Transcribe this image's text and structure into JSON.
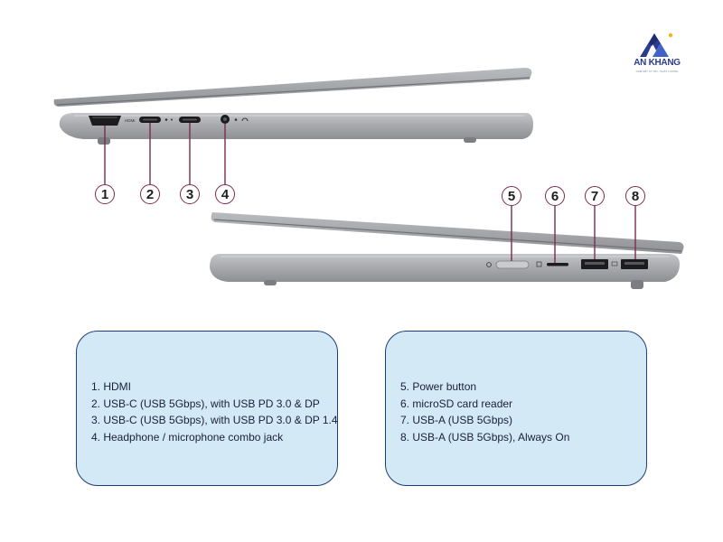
{
  "brand": {
    "name": "AN KHANG",
    "slogan": "CAM KẾT UY TÍN - CHẤT LƯỢNG"
  },
  "colors": {
    "laptop_body": "#aeb0b3",
    "callout_border": "#7a2b50",
    "box_fill": "#d3e9f5",
    "box_border": "#1f3d7a",
    "logo_blue": "#2b3b8f",
    "logo_star": "#f2b61c"
  },
  "diagram": {
    "left_side": {
      "port_marks": [
        "HDMI"
      ],
      "callouts": [
        "1",
        "2",
        "3",
        "4"
      ]
    },
    "right_side": {
      "callouts": [
        "5",
        "6",
        "7",
        "8"
      ]
    }
  },
  "legend": {
    "left_box": [
      "1. HDMI",
      "2. USB-C (USB 5Gbps), with USB PD 3.0 & DP",
      "3. USB-C (USB 5Gbps), with USB PD 3.0 & DP 1.4",
      "4. Headphone / microphone combo jack"
    ],
    "right_box": [
      "5. Power button",
      "6. microSD card reader",
      "7. USB-A (USB 5Gbps)",
      "8. USB-A (USB 5Gbps), Always On"
    ]
  }
}
